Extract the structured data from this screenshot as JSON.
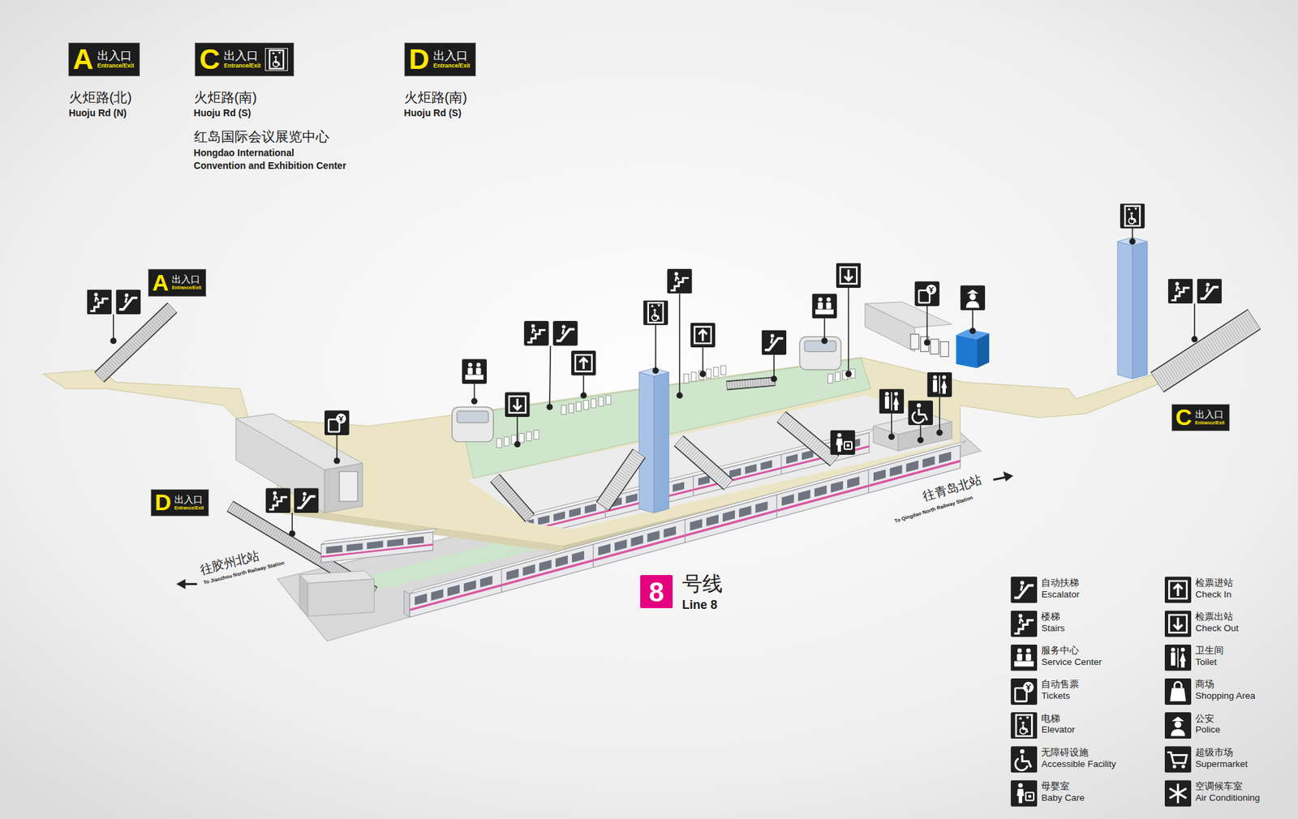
{
  "diagram": {
    "nodes": [
      {
        "text": [
          "A",
          "出入口",
          "Entrance/Exit"
        ]
      },
      {
        "text": [
          "C",
          "出入口",
          "Entrance/Exit"
        ]
      },
      {
        "text": [
          "D",
          "出入口",
          "Entrance/Exit"
        ]
      },
      {
        "text": [
          "A",
          "出入口",
          "Entrance/Exit"
        ]
      },
      {
        "text": [
          "C",
          "出入口",
          "Entrance/Exit"
        ]
      },
      {
        "text": [
          "D",
          "出入口",
          "Entrance/Exit"
        ]
      },
      {
        "text": [
          "8"
        ]
      }
    ],
    "labels": [
      "火炬路(北)",
      "Huoju Rd (N)",
      "火炬路(南)",
      "Huoju Rd (S)",
      "红岛国际会议展览中心",
      "Hongdao International Convention and Exhibition Center",
      "火炬路(南)",
      "Huoju Rd (S)",
      "往胶州北站",
      "To Jiaozhou North Railway Station",
      "往青岛北站",
      "To Qingdao North Railway Station",
      "号线",
      "Line 8"
    ],
    "legend": [
      {
        "text": "自动扶梯 Escalator"
      },
      {
        "text": "楼梯 Stairs"
      },
      {
        "text": "服务中心 Service Center"
      },
      {
        "text": "自动售票 Tickets"
      },
      {
        "text": "电梯 Elevator"
      },
      {
        "text": "无障碍设施 Accessible Facility"
      },
      {
        "text": "母婴室 Baby Care"
      },
      {
        "text": "检票进站 Check In"
      },
      {
        "text": "检票出站 Check Out"
      },
      {
        "text": "卫生间 Toilet"
      },
      {
        "text": "商场 Shopping Area"
      },
      {
        "text": "公安 Police"
      },
      {
        "text": "超级市场 Supermarket"
      },
      {
        "text": "空调候车室 Air Conditioning"
      }
    ]
  }
}
